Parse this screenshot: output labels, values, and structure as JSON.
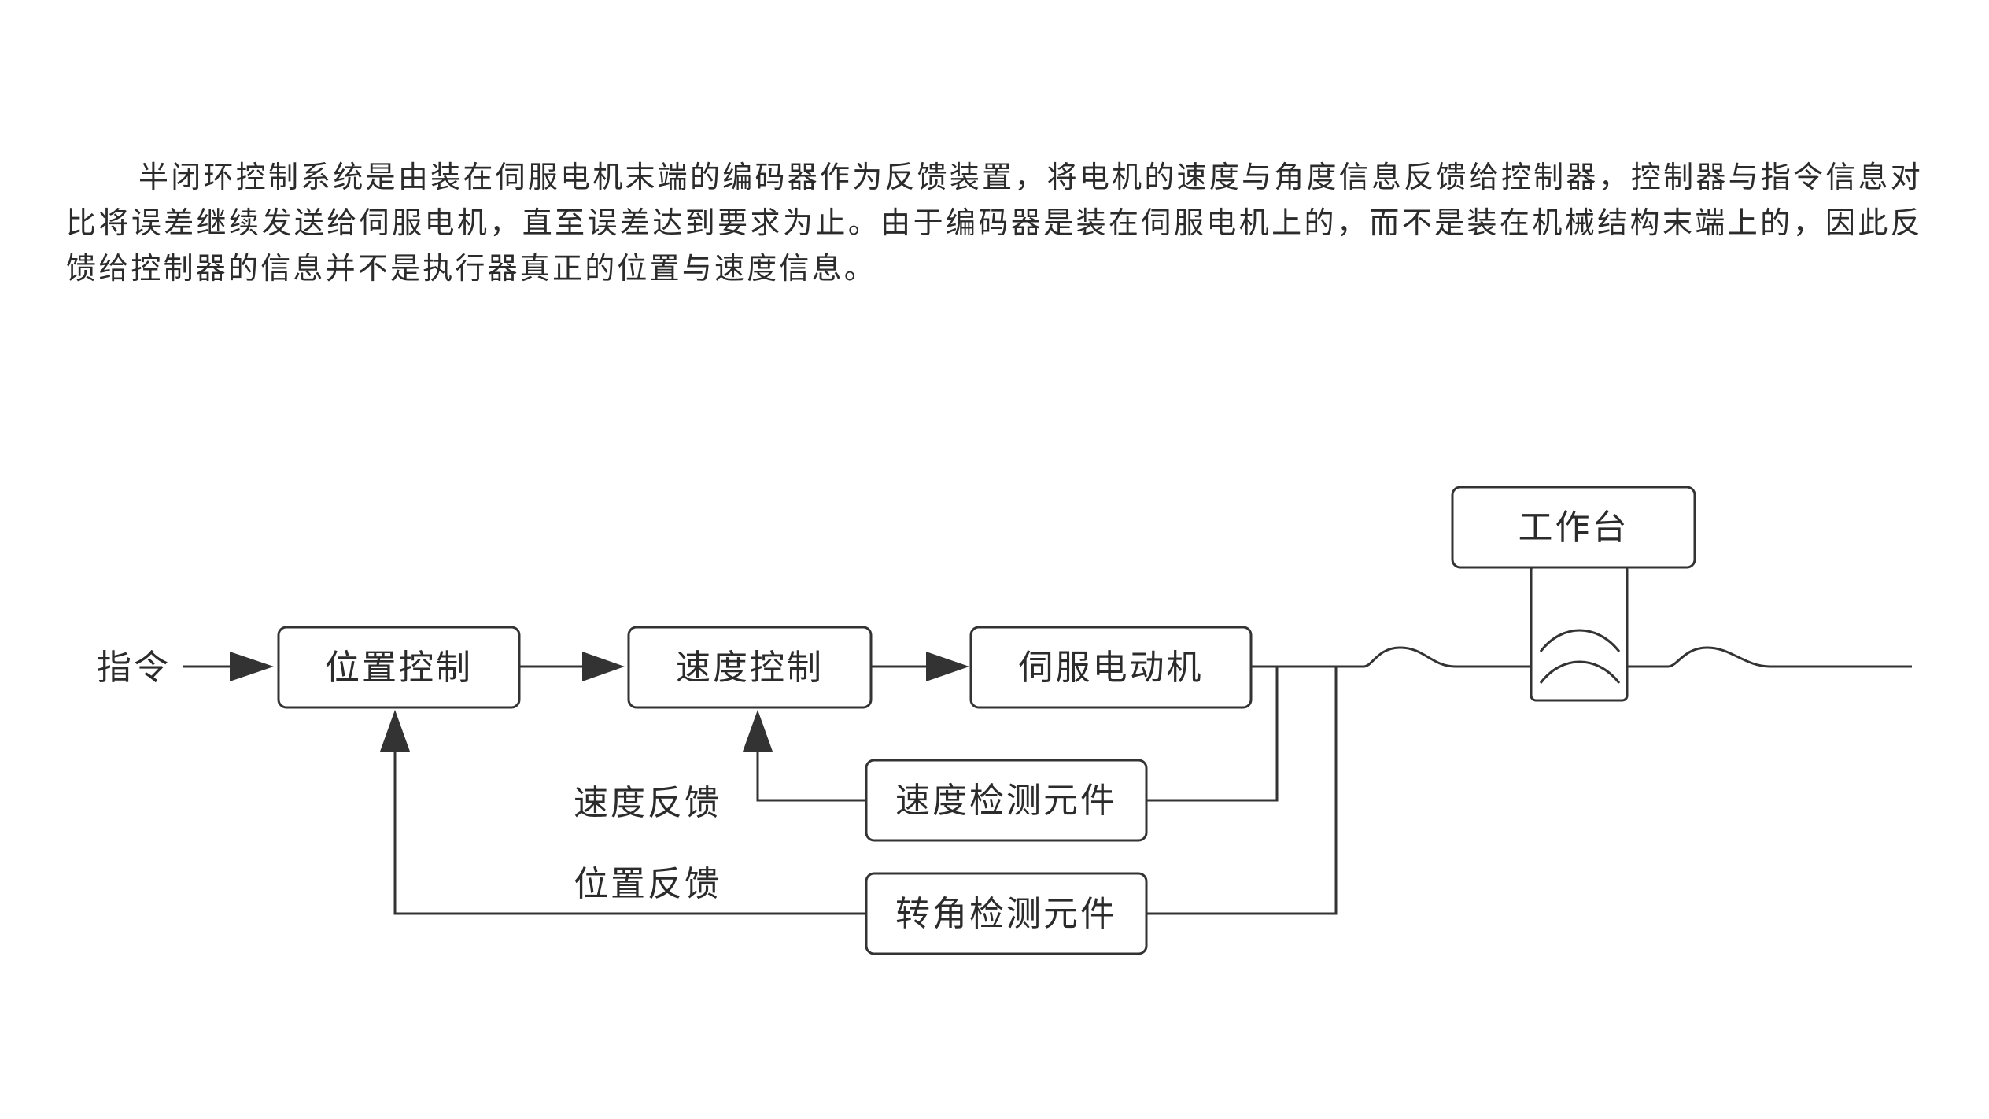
{
  "description": {
    "text": "半闭环控制系统是由装在伺服电机末端的编码器作为反馈装置，将电机的速度与角度信息反馈给控制器，控制器与指令信息对比将误差继续发送给伺服电机，直至误差达到要求为止。由于编码器是装在伺服电机上的，而不是装在机械结构末端上的，因此反馈给控制器的信息并不是执行器真正的位置与速度信息。"
  },
  "diagram": {
    "input_label": "指令",
    "nodes": {
      "position_control": "位置控制",
      "speed_control": "速度控制",
      "servo_motor": "伺服电动机",
      "speed_sensor": "速度检测元件",
      "angle_sensor": "转角检测元件",
      "worktable": "工作台"
    },
    "feedback_labels": {
      "speed_feedback": "速度反馈",
      "position_feedback": "位置反馈"
    }
  }
}
